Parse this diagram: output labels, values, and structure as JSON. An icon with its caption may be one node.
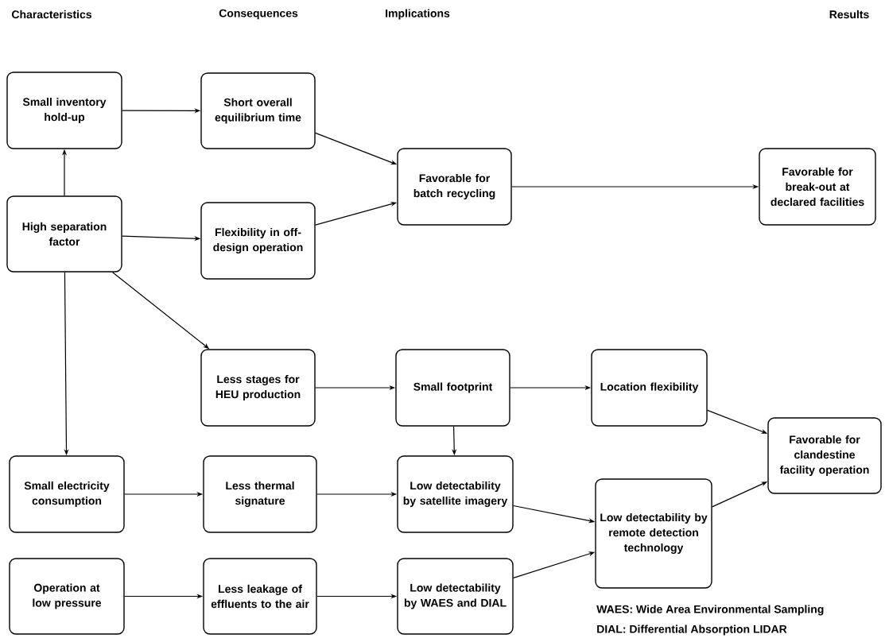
{
  "diagram": {
    "nodes": [
      {
        "text": [
          "Small inventory hold-up"
        ]
      },
      {
        "text": [
          "High separation factor"
        ]
      },
      {
        "text": [
          "Small electricity consumption"
        ]
      },
      {
        "text": [
          "Operation at low pressure"
        ]
      },
      {
        "text": [
          "Short overall equilibrium time"
        ]
      },
      {
        "text": [
          "Flexibility in off-design operation"
        ]
      },
      {
        "text": [
          "Less stages for HEU production"
        ]
      },
      {
        "text": [
          "Less thermal signature"
        ]
      },
      {
        "text": [
          "Less leakage of effluents to the air"
        ]
      },
      {
        "text": [
          "Favorable for batch recycling"
        ]
      },
      {
        "text": [
          "Small footprint"
        ]
      },
      {
        "text": [
          "Low detectability by satellite imagery"
        ]
      },
      {
        "text": [
          "Low detectability by WAES and DIAL"
        ]
      },
      {
        "text": [
          "Location flexibility"
        ]
      },
      {
        "text": [
          "Low detectability by remote detection technology"
        ]
      },
      {
        "text": [
          "Favorable for break-out at declared facilities"
        ]
      },
      {
        "text": [
          "Favorable for clandestine facility operation"
        ]
      }
    ],
    "edges": [
      {
        "from": 1,
        "to": 0,
        "arrow": "to"
      },
      {
        "from": 0,
        "to": 4,
        "arrow": "to"
      },
      {
        "from": 1,
        "to": 5,
        "arrow": "to"
      },
      {
        "from": 1,
        "to": 6,
        "arrow": "to"
      },
      {
        "from": 1,
        "to": 2,
        "arrow": "to"
      },
      {
        "from": 4,
        "to": 9,
        "arrow": "to"
      },
      {
        "from": 5,
        "to": 9,
        "arrow": "to"
      },
      {
        "from": 9,
        "to": 15,
        "arrow": "to"
      },
      {
        "from": 6,
        "to": 10,
        "arrow": "to"
      },
      {
        "from": 10,
        "to": 13,
        "arrow": "to"
      },
      {
        "from": 10,
        "to": 11,
        "arrow": "to"
      },
      {
        "from": 2,
        "to": 7,
        "arrow": "to"
      },
      {
        "from": 7,
        "to": 11,
        "arrow": "to"
      },
      {
        "from": 3,
        "to": 8,
        "arrow": "to"
      },
      {
        "from": 8,
        "to": 12,
        "arrow": "to"
      },
      {
        "from": 11,
        "to": 14,
        "arrow": "to"
      },
      {
        "from": 12,
        "to": 14,
        "arrow": "to"
      },
      {
        "from": 13,
        "to": 16,
        "arrow": "to"
      },
      {
        "from": 14,
        "to": 16,
        "arrow": "to"
      }
    ],
    "labels": [
      "Characteristics",
      "Consequences",
      "Implications",
      "Results",
      "WAES: Wide Area Environmental Sampling",
      "DIAL: Differential Absorption LIDAR"
    ]
  }
}
